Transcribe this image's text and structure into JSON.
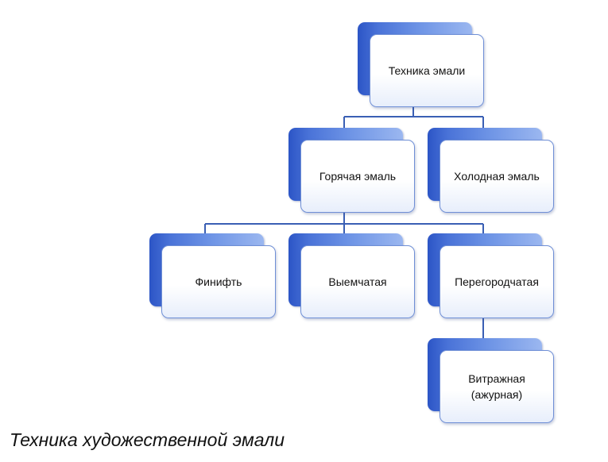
{
  "diagram": {
    "nodes": [
      {
        "id": "root",
        "label": "Техника эмали",
        "parent": null
      },
      {
        "id": "hot",
        "label": "Горячая эмаль",
        "parent": "root"
      },
      {
        "id": "cold",
        "label": "Холодная эмаль",
        "parent": "root"
      },
      {
        "id": "finift",
        "label": "Финифть",
        "parent": "hot"
      },
      {
        "id": "vyemchataya",
        "label": "Выемчатая",
        "parent": "hot"
      },
      {
        "id": "peregorodchataya",
        "label": "Перегородчатая",
        "parent": "hot"
      },
      {
        "id": "vitrazhnaya",
        "label": "Витражная\n(ажурная)",
        "parent": "peregorodchataya"
      }
    ],
    "colors": {
      "back_dark": "#2c55c6",
      "back_light": "#9bb7f0",
      "front_border": "#6f8fd6",
      "connector": "#3a5fb4"
    }
  },
  "caption": "Техника художественной эмали"
}
